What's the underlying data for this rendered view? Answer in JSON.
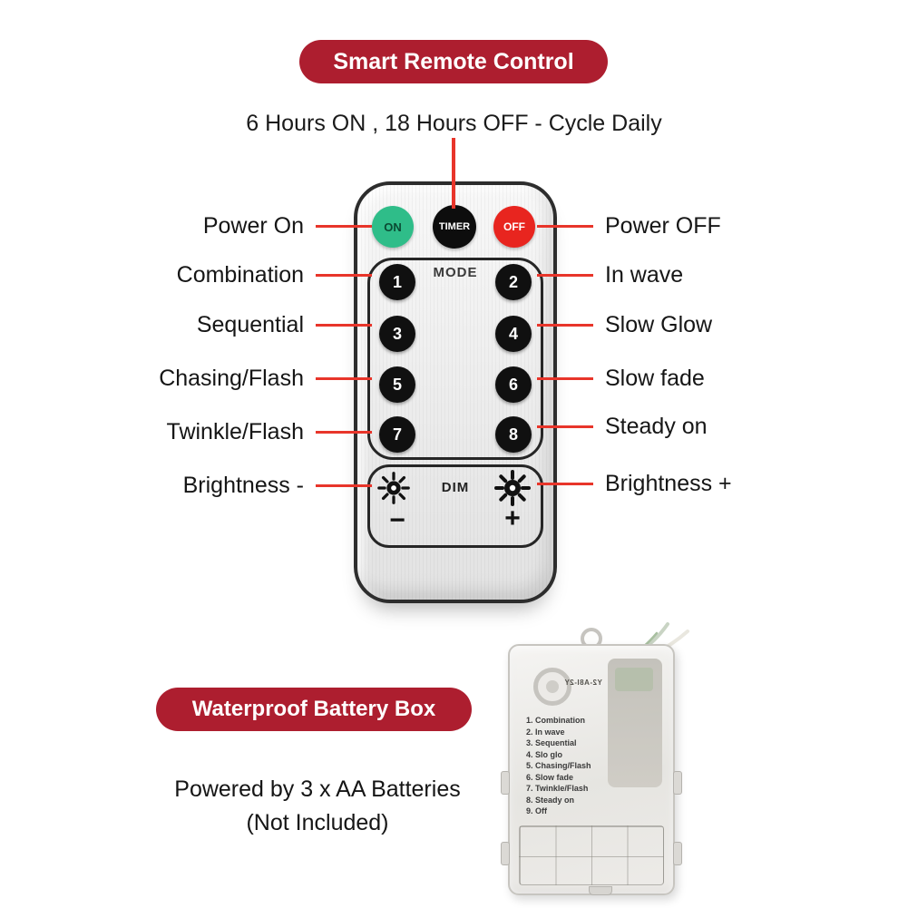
{
  "header": {
    "badge": "Smart Remote Control",
    "subtitle": "6 Hours ON , 18 Hours OFF - Cycle Daily"
  },
  "remote": {
    "power": {
      "on": "ON",
      "timer": "TIMER",
      "off": "OFF"
    },
    "mode_label": "MODE",
    "mode_buttons": [
      "1",
      "2",
      "3",
      "4",
      "5",
      "6",
      "7",
      "8"
    ],
    "dim": {
      "label": "DIM",
      "minus": "−",
      "plus": "+"
    }
  },
  "callouts": {
    "left": [
      "Power On",
      "Combination",
      "Sequential",
      "Chasing/Flash",
      "Twinkle/Flash",
      "Brightness -"
    ],
    "right": [
      "Power OFF",
      "In wave",
      "Slow Glow",
      "Slow fade",
      "Steady on",
      "Brightness +"
    ]
  },
  "battery": {
    "badge": "Waterproof Battery Box",
    "caption_line1": "Powered by 3 x AA Batteries",
    "caption_line2": "(Not Included)",
    "box_marking": "Y2-A8I-2Y",
    "box_modes": [
      "1. Combination",
      "2. In wave",
      "3. Sequential",
      "4. Slo glo",
      "5. Chasing/Flash",
      "6. Slow fade",
      "7. Twinkle/Flash",
      "8. Steady on",
      "9. Off"
    ]
  },
  "colors": {
    "badge_red": "#ad1e2f",
    "callout_red": "#e8352a",
    "power_on_green": "#2fbd89",
    "power_off_red": "#e8251f",
    "button_black": "#101010"
  }
}
